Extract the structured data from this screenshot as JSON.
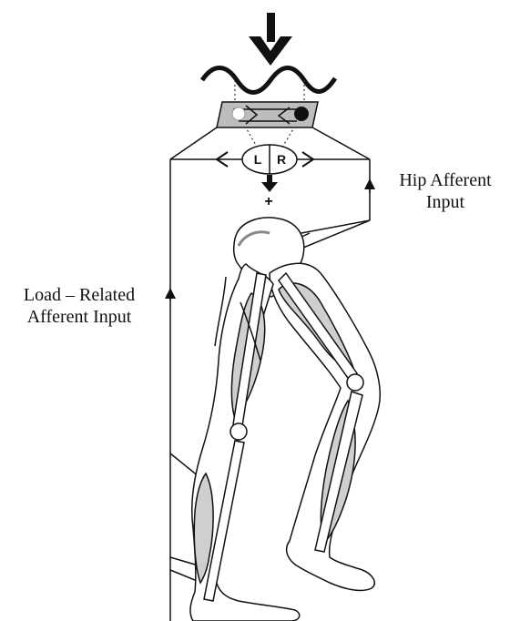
{
  "labels": {
    "load_related": [
      "Load – Related",
      "Afferent Input"
    ],
    "hip_afferent": [
      "Hip Afferent",
      "Input"
    ],
    "left_side": "L",
    "right_side": "R",
    "plus_sign": "+"
  },
  "colors": {
    "line": "#111111",
    "muscle_fill": "#cfcfcf",
    "spinal_block": "#bdbdbd",
    "bone_fill": "#ffffff"
  }
}
